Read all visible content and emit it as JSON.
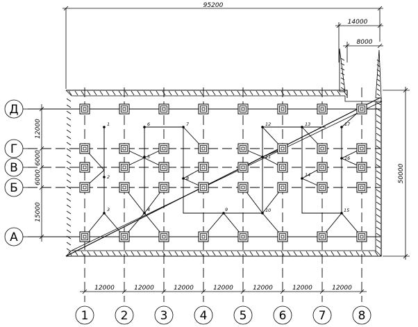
{
  "drawing": {
    "overall_width": "95200",
    "overall_height": "50000",
    "ext_dim_outer": "14000",
    "ext_dim_inner": "8000",
    "col_spacing_labels": [
      "12000",
      "12000",
      "12000",
      "12000",
      "12000",
      "12000",
      "12000"
    ],
    "row_spacing_labels": [
      "12000",
      "6000",
      "6000",
      "15000"
    ],
    "col_axes": [
      "1",
      "2",
      "3",
      "4",
      "5",
      "6",
      "7",
      "8"
    ],
    "row_axes": [
      "Д",
      "Г",
      "В",
      "Б",
      "А"
    ],
    "points": [
      "1",
      "2",
      "3",
      "4",
      "5",
      "6",
      "7",
      "8",
      "9",
      "10",
      "11",
      "12",
      "13",
      "14",
      "15",
      "16",
      "17"
    ]
  }
}
